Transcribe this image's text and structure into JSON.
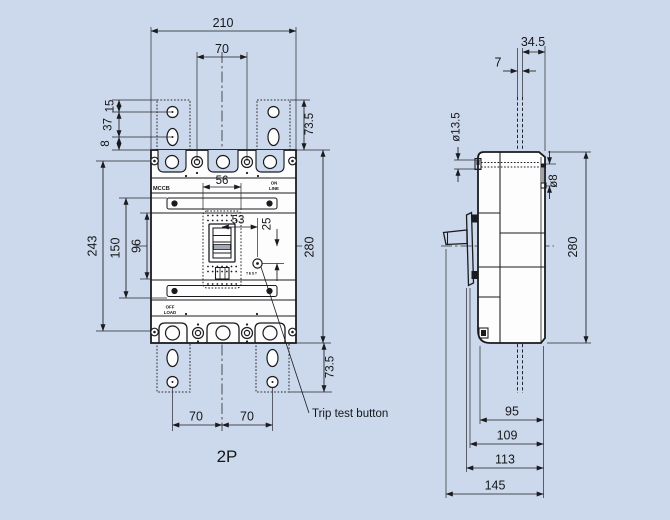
{
  "drawing_type": "MCCB outline dimension drawing",
  "colors": {
    "background": "#ccd9ec",
    "line": "#1a1b1f",
    "body_fill": "#fdfdfe"
  },
  "front_view": {
    "pole_label": "2P",
    "trip_callout": "Trip test button",
    "markings": {
      "brand": "MCCB",
      "line_row1": "ON",
      "line_row2": "LINE",
      "load_row1": "OFF",
      "load_row2": "LOAD",
      "trip_button": "TEST"
    },
    "dims": {
      "overall_width": "210",
      "pole_pitch_top": "70",
      "plate_hole_offset": "15",
      "plate_hole_spacing": "37",
      "plate_edge_gap": "8",
      "plate_ext_top": "73.5",
      "mounting_pitch": "243",
      "cover_span": "150",
      "window_span": "96",
      "escutcheon_width": "56",
      "trip_offset_x": "53",
      "trip_offset_y": "25",
      "overall_height": "280",
      "plate_ext_bottom": "73.5",
      "pitch_bottom_left": "70",
      "pitch_bottom_right": "70"
    }
  },
  "side_view": {
    "dims": {
      "handle_offset": "34.5",
      "rod_width": "7",
      "terminal_hole_dia": "ø13.5",
      "side_hole_dia": "ø8",
      "overall_height": "280",
      "depth_face": "95",
      "depth_trim": "109",
      "depth_escutcheon": "113",
      "depth_handle": "145"
    }
  }
}
